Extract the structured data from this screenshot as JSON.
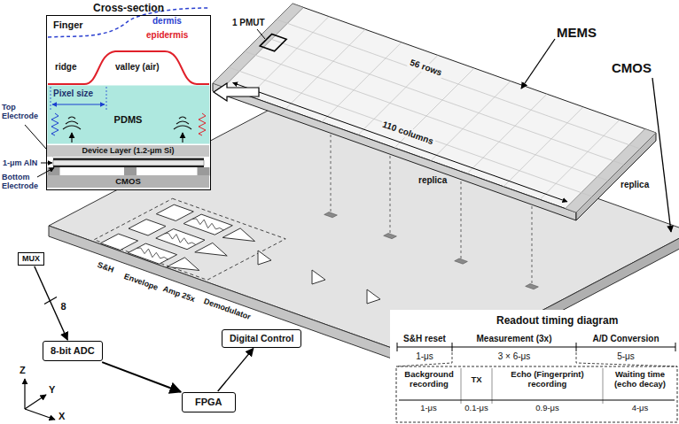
{
  "diagram": {
    "nodes": [
      {
        "text": [
          "Cross-section"
        ]
      },
      {
        "text": [
          "PDMS"
        ],
        "in": 0
      },
      {
        "text": [
          "Device Layer (1.2-μm Si)"
        ],
        "in": 0
      },
      {
        "text": [
          "CMOS"
        ],
        "in": 0
      },
      {
        "text": [
          "MUX"
        ]
      },
      {
        "text": [
          "8-bit ADC"
        ]
      },
      {
        "text": [
          "FPGA"
        ]
      },
      {
        "text": [
          "Digital Control"
        ]
      }
    ],
    "edges": [
      {
        "from": 4,
        "to": 5,
        "label": "8",
        "arrow": "to"
      },
      {
        "from": 5,
        "to": 6,
        "arrow": "to"
      },
      {
        "from": 6,
        "to": 7,
        "arrow": "to"
      }
    ],
    "labels": [
      "Top Electrode",
      "1-μm AlN",
      "Bottom Electrode",
      "Finger",
      "dermis",
      "epidermis",
      "ridge",
      "valley (air)",
      "Pixel size",
      "1 PMUT",
      "56 rows",
      "110 columns",
      "MEMS",
      "CMOS",
      "replica",
      "replica",
      "S&H",
      "Envelope",
      "Amp 25x",
      "Demodulator",
      "Z",
      "Y",
      "X",
      "Readout timing diagram",
      "S&H reset",
      "Measurement (3x)",
      "A/D Conversion",
      "1-μs",
      "3 × 6-μs",
      "5-μs",
      "Background recording",
      "TX",
      "Echo (Fingerprint) recording",
      "Waiting time (echo decay)",
      "1-μs",
      "0.1-μs",
      "0.9-μs",
      "4-μs"
    ]
  }
}
